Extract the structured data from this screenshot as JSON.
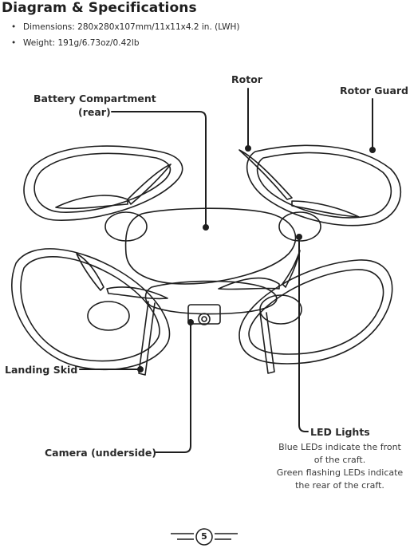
{
  "title": "Diagram & Specifications",
  "specs": [
    "Dimensions: 280x280x107mm/11x11x4.2 in. (LWH)",
    "Weight: 191g/6.73oz/0.42lb"
  ],
  "labels": {
    "rotor": "Rotor",
    "rotor_guard": "Rotor Guard",
    "battery_line1": "Battery Compartment",
    "battery_line2": "(rear)",
    "landing_skid": "Landing Skid",
    "led_lights": "LED Lights",
    "camera": "Camera (underside)"
  },
  "led_note": [
    "Blue LEDs indicate the front",
    "of the craft.",
    "Green flashing LEDs indicate",
    "the rear of the craft."
  ],
  "page_number": "5"
}
